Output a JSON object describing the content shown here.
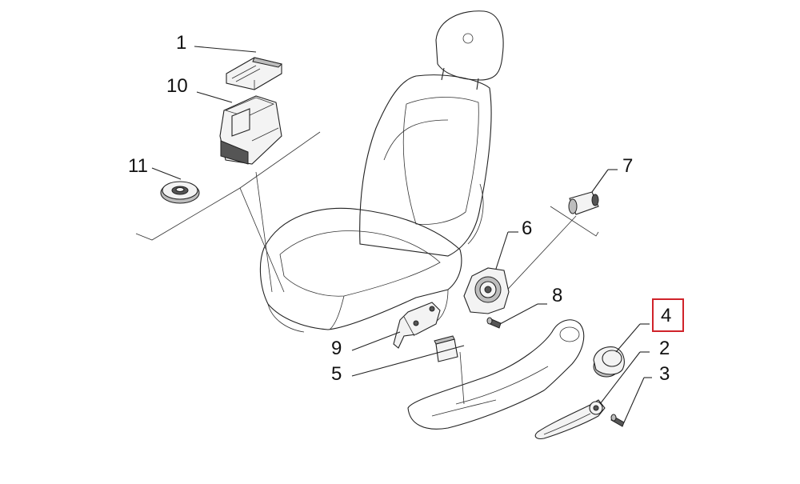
{
  "diagram": {
    "callouts": [
      {
        "id": "c1",
        "text": "1"
      },
      {
        "id": "c10",
        "text": "10"
      },
      {
        "id": "c11",
        "text": "11"
      },
      {
        "id": "c7",
        "text": "7"
      },
      {
        "id": "c6",
        "text": "6"
      },
      {
        "id": "c8",
        "text": "8"
      },
      {
        "id": "c4",
        "text": "4",
        "highlighted": true
      },
      {
        "id": "c2",
        "text": "2"
      },
      {
        "id": "c3",
        "text": "3"
      },
      {
        "id": "c9",
        "text": "9"
      },
      {
        "id": "c5",
        "text": "5"
      }
    ],
    "highlight_color": "#d0232a",
    "highlighted_part": "4"
  }
}
